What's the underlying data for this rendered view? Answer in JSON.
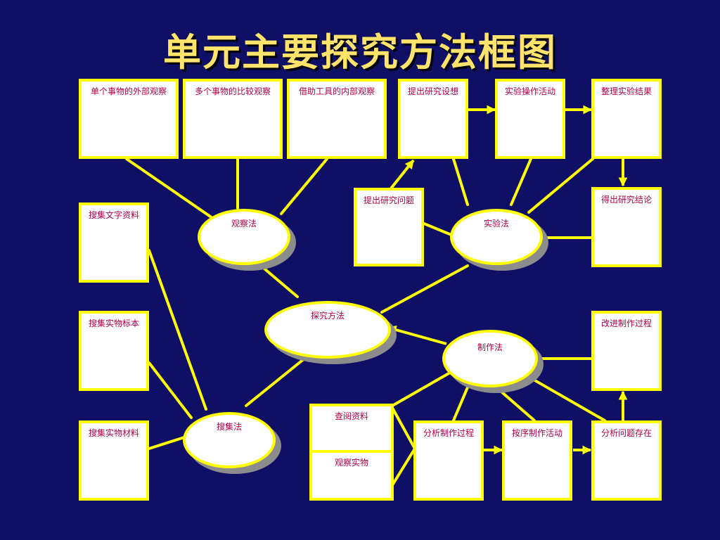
{
  "title": "单元主要探究方法框图",
  "boxes": {
    "obs1": "单个事物的外部观察",
    "obs2": "多个事物的比较观察",
    "obs3": "借助工具的内部观察",
    "exp_hyp": "提出研究设想",
    "exp_op": "实验操作活动",
    "exp_org": "整理实验结果",
    "exp_q": "提出研究问题",
    "exp_con": "得出研究结论",
    "col1": "搜集文字资料",
    "col2": "搜集实物标本",
    "col3": "搜集实物材料",
    "mk_improve": "改进制作过程",
    "mk_ref": "查阅资料",
    "mk_obs": "观察实物",
    "mk_analyze": "分析制作过程",
    "mk_seq": "按序制作活动",
    "mk_problem": "分析问题存在"
  },
  "ovals": {
    "observe": "观察法",
    "experiment": "实验法",
    "inquiry": "探究方法",
    "make": "制作法",
    "collect": "搜集法"
  },
  "colors": {
    "background": "#0f0f66",
    "title": "#ffe36a",
    "connector": "#ffff00",
    "node_text": "#b0004a",
    "node_fill": "#ffffff",
    "shadow": "#8c8c8c"
  }
}
